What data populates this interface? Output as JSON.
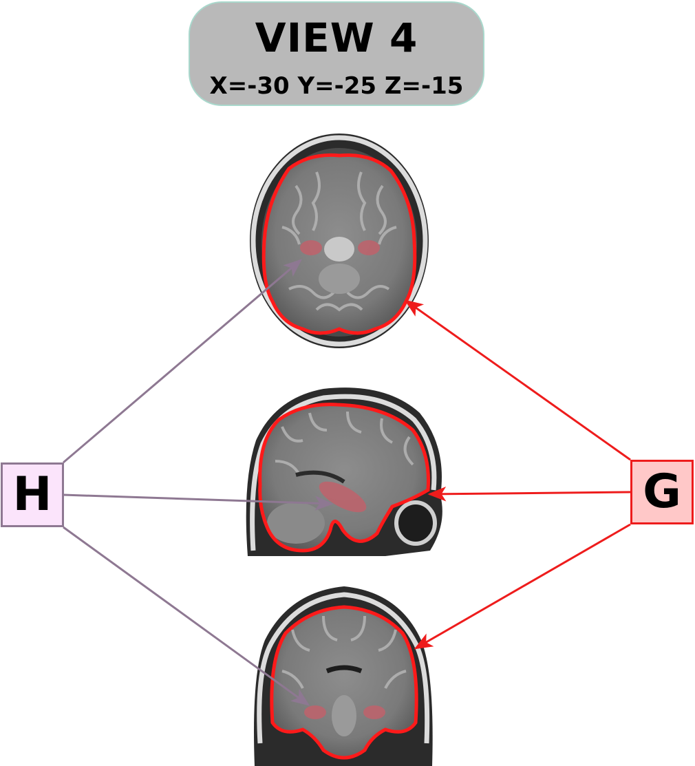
{
  "title": {
    "main": "VIEW 4",
    "coords": "X=-30 Y=-25 Z=-15"
  },
  "labels": {
    "h": "H",
    "g": "G"
  },
  "colors": {
    "title_bg": "#b9b9b9",
    "title_border": "#a9d8cc",
    "h_fill": "#fbe4fb",
    "h_border": "#8e7892",
    "g_fill": "#ffc8c8",
    "g_border": "#ee1c1c",
    "brain_outline": "#ff1a1a",
    "highlight_region": "#c0616b"
  },
  "views": [
    "axial",
    "sagittal",
    "coronal"
  ]
}
